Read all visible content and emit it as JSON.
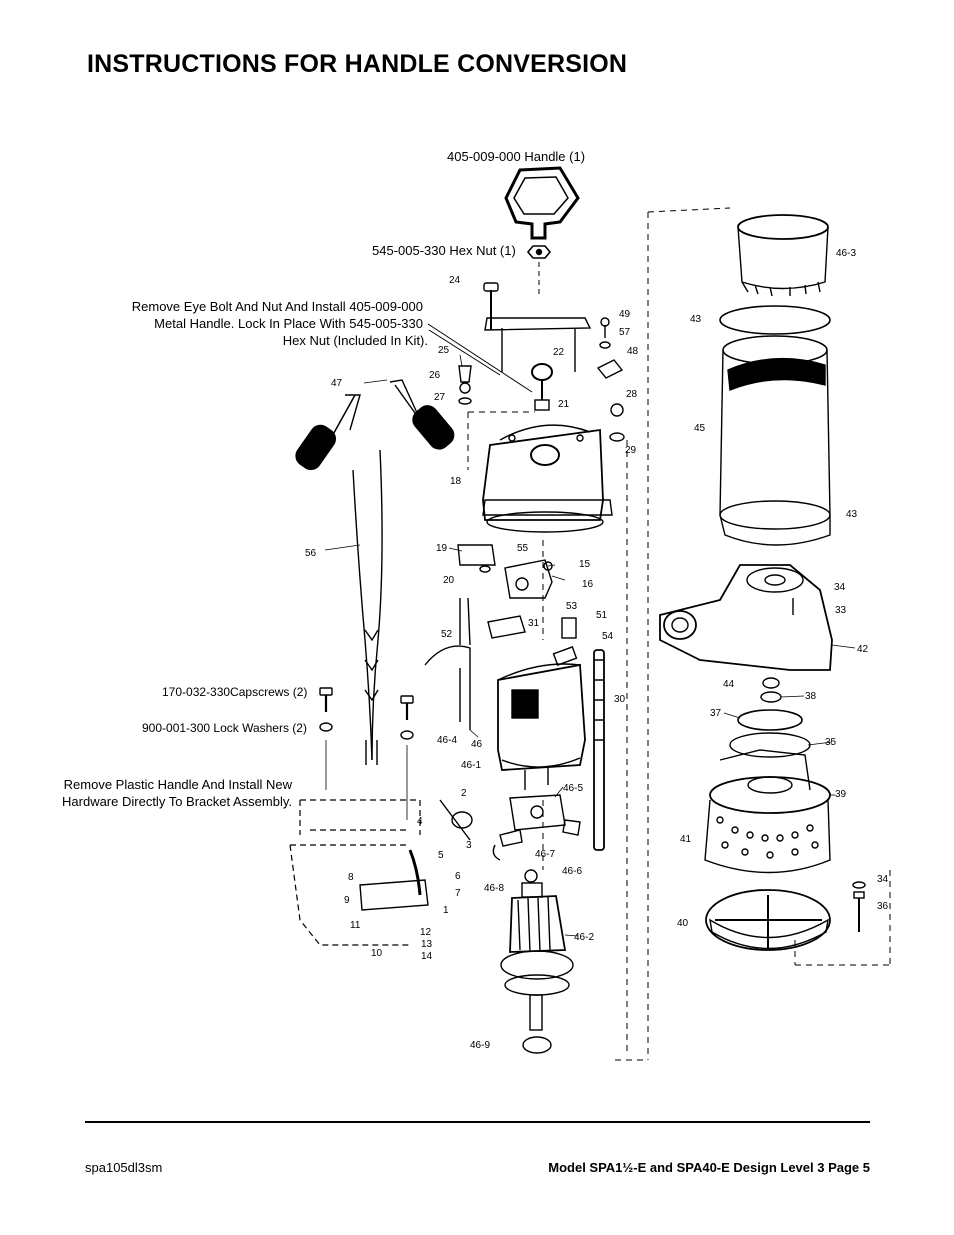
{
  "title": "INSTRUCTIONS FOR HANDLE CONVERSION",
  "callouts": {
    "handle": "405-009-000 Handle (1)",
    "hex_nut": "545-005-330 Hex Nut (1)",
    "remove_eye_bolt_1": "Remove Eye Bolt And Nut And Install 405-009-000",
    "remove_eye_bolt_2": "Metal Handle. Lock In Place With 545-005-330",
    "remove_eye_bolt_3": "Hex Nut (Included In Kit).",
    "capscrews": "170-032-330Capscrews (2)",
    "lock_washers": "900-001-300 Lock Washers (2)",
    "remove_plastic_1": "Remove Plastic Handle And Install New",
    "remove_plastic_2": "Hardware Directly To Bracket Assembly."
  },
  "part_numbers": {
    "p24": "24",
    "p49": "49",
    "p57": "57",
    "p48": "48",
    "p25": "25",
    "p22": "22",
    "p26": "26",
    "p47": "47",
    "p27": "27",
    "p21": "21",
    "p28": "28",
    "p29": "29",
    "p18": "18",
    "p19": "19",
    "p55": "55",
    "p56": "56",
    "p15": "15",
    "p20": "20",
    "p16": "16",
    "p53": "53",
    "p51": "51",
    "p31": "31",
    "p52": "52",
    "p54": "54",
    "p30": "30",
    "p46_4": "46-4",
    "p46": "46",
    "p46_1": "46-1",
    "p46_5": "46-5",
    "p2": "2",
    "p4": "4",
    "p3": "3",
    "p5": "5",
    "p46_7": "46-7",
    "p6": "6",
    "p7": "7",
    "p8": "8",
    "p9": "9",
    "p1": "1",
    "p11": "11",
    "p12": "12",
    "p13": "13",
    "p14": "14",
    "p10": "10",
    "p46_6": "46-6",
    "p46_8": "46-8",
    "p46_2": "46-2",
    "p46_9": "46-9",
    "p46_3": "46-3",
    "p43a": "43",
    "p45": "45",
    "p43b": "43",
    "p34a": "34",
    "p33": "33",
    "p42": "42",
    "p44": "44",
    "p38": "38",
    "p37": "37",
    "p35": "35",
    "p39": "39",
    "p41": "41",
    "p40": "40",
    "p34b": "34",
    "p36": "36"
  },
  "footer": {
    "doc_code": "spa105dl3sm",
    "model_page": "Model SPA1½-E and SPA40-E Design Level 3   Page 5"
  }
}
